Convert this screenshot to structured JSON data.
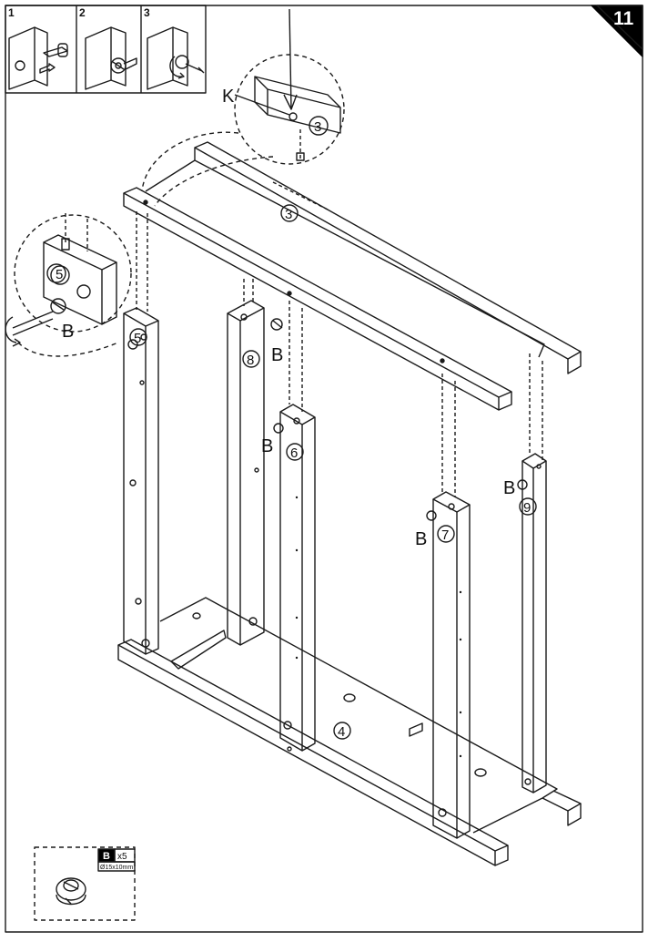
{
  "page": {
    "number": "11"
  },
  "substeps": [
    "1",
    "2",
    "3"
  ],
  "labels": {
    "k": "K",
    "b": "B",
    "p3": "3",
    "p4": "4",
    "p5": "5",
    "p6": "6",
    "p7": "7",
    "p8": "8",
    "p9": "9"
  },
  "parts": {
    "badge": "B",
    "quantity": "x5",
    "spec": "Ø15x10mm"
  },
  "colors": {
    "line": "#1a1a1a",
    "paper": "#ffffff",
    "badge": "#000000"
  },
  "icons": [
    "cam-lock-icon",
    "rotate-arrow-icon",
    "screwdriver-icon",
    "insertion-arrow-icon"
  ]
}
